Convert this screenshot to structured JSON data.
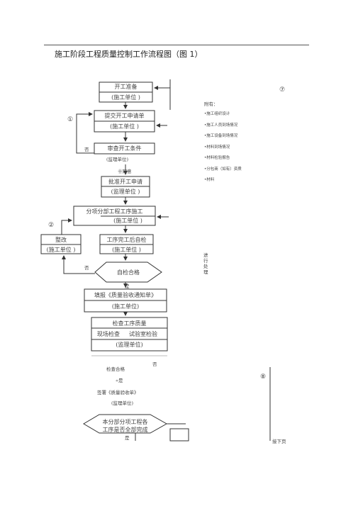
{
  "title": "施工阶段工程质量控制工作流程图（图 1）",
  "markers": {
    "m7": "⑦",
    "m1": "①",
    "m2": "②",
    "m8": "⑧"
  },
  "boxes": {
    "start": {
      "line1": "开工准备",
      "line2": "(施工单位 )"
    },
    "submit": {
      "line1": "提交开工申请单",
      "line2": "(施工单位 )"
    },
    "review": {
      "line1": "审查开工条件",
      "line2": "(监理单位)"
    },
    "approve": {
      "line1": "批准开工申请",
      "line2": "(监理单位 )"
    },
    "subproject": {
      "line1": "分项分部工程工序施工",
      "line2": "(施工单位 )"
    },
    "rectify": {
      "line1": "整改",
      "line2": "(施工单位 )"
    },
    "selfcheck": {
      "line1": "工序完工后自检",
      "line2": "(施工单位 )"
    },
    "selfqualified": {
      "line1": "自检合格"
    },
    "fillform": {
      "line1": "填报《质量验收通知单》",
      "line2": "(施工单位)"
    },
    "inspect": {
      "line1": "检查工序质量",
      "line2a": "现场检查",
      "line2b": "试验室检验",
      "line3": "(监理单位)"
    },
    "checkqualified": {
      "line1": "检查合格"
    },
    "sign": {
      "line1": "签署《质量验收单》",
      "line2": "(监理单位)"
    },
    "complete": {
      "line1": "本分部分项工程各",
      "line2": "工序是否全部完成"
    }
  },
  "labels": {
    "no1": "否",
    "agree": "卄同意",
    "no2": "否",
    "yes1": "是",
    "no3": "否",
    "yes2": "«是",
    "yes3": "是",
    "process": "进行处理",
    "next_page": "接下页"
  },
  "notes": {
    "heading": "附有：",
    "items": [
      "•施工组织设计",
      "•施工人员到场情况",
      "•施工设备到场情况",
      "•材料到场情况",
      "•材料检验报告",
      "•分包商（如有）资质",
      "•材料"
    ]
  }
}
